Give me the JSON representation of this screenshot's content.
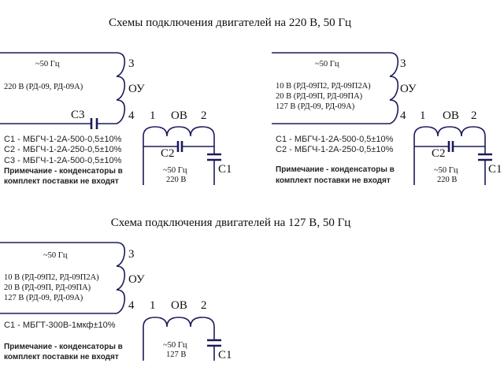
{
  "title_top": "Схемы подключения двигателей на 220 В, 50 Гц",
  "title_bottom": "Схема подключения двигателей на 127 В, 50 Гц",
  "diagram1": {
    "freq": "~50 Гц",
    "voltage_lines": [
      "220 В  (РД-09, РД-09А)"
    ],
    "terminal_3": "3",
    "winding_main": "ОУ",
    "terminal_4": "4",
    "terminal_1": "1",
    "winding_excit": "ОВ",
    "terminal_2": "2",
    "cap_c3": "С3",
    "cap_c2": "С2",
    "cap_c1": "С1",
    "supply_freq": "~50 Гц",
    "supply_voltage": "220 В",
    "capacitors": [
      "С1 - МБГЧ-1-2А-500-0,5±10%",
      "С2 - МБГЧ-1-2А-250-0,5±10%",
      "С3 - МБГЧ-1-2А-500-0,5±10%"
    ],
    "note": [
      "Примечание - конденсаторы в",
      "комплект поставки не входят"
    ]
  },
  "diagram2": {
    "freq": "~50 Гц",
    "voltage_lines": [
      "10 В  (РД-09П2, РД-09П2А)",
      "20 В  (РД-09П, РД-09ПА)",
      "127 В  (РД-09, РД-09А)"
    ],
    "terminal_3": "3",
    "winding_main": "ОУ",
    "terminal_4": "4",
    "terminal_1": "1",
    "winding_excit": "ОВ",
    "terminal_2": "2",
    "cap_c2": "С2",
    "cap_c1": "С1",
    "supply_freq": "~50 Гц",
    "supply_voltage": "220 В",
    "capacitors": [
      "С1 - МБГЧ-1-2А-500-0,5±10%",
      "С2 - МБГЧ-1-2А-250-0,5±10%"
    ],
    "note": [
      "Примечание - конденсаторы в",
      "комплект поставки не входят"
    ]
  },
  "diagram3": {
    "freq": "~50 Гц",
    "voltage_lines": [
      "10 В  (РД-09П2, РД-09П2А)",
      "20 В  (РД-09П, РД-09ПА)",
      "127 В  (РД-09, РД-09А)"
    ],
    "terminal_3": "3",
    "winding_main": "ОУ",
    "terminal_4": "4",
    "terminal_1": "1",
    "winding_excit": "ОВ",
    "terminal_2": "2",
    "cap_c1": "С1",
    "supply_freq": "~50 Гц",
    "supply_voltage": "127 В",
    "capacitors": [
      "С1 - МБГТ-300В-1мкф±10%"
    ],
    "note": [
      "Примечание - конденсаторы в",
      "комплект поставки не входят"
    ]
  }
}
